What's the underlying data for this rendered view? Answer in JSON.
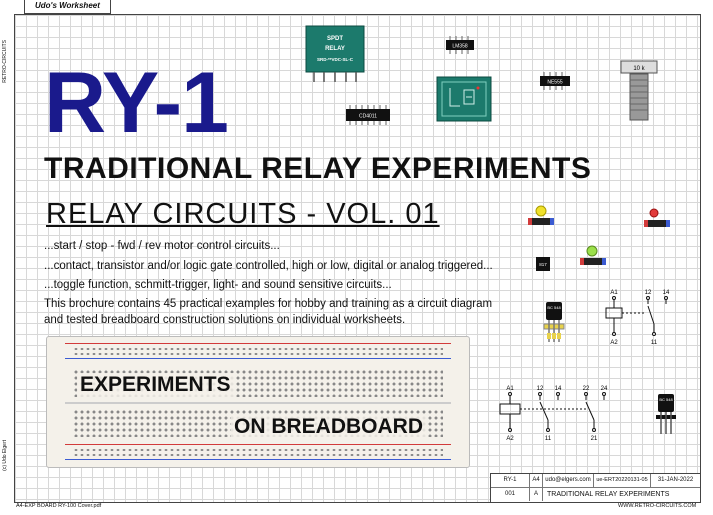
{
  "header": {
    "tab": "Udo's Worksheet"
  },
  "side": {
    "top": "RETRO-CIRCUITS",
    "bottom": "(c) Udo Elgert"
  },
  "title": {
    "code": "RY-1",
    "line1": "TRADITIONAL RELAY EXPERIMENTS",
    "line2": "RELAY CIRCUITS - VOL. 01"
  },
  "description": {
    "bullets": [
      "...start / stop - fwd / rev motor control circuits...",
      "...contact, transistor and/or logic gate controlled, high or low, digital or analog triggered...",
      "...toggle function, schmitt-trigger, light- and sound sensitive circuits..."
    ],
    "para1": "This brochure contains 45 practical examples for hobby and training as a circuit diagram",
    "para2": "and tested breadboard construction solutions on individual worksheets."
  },
  "breadboard": {
    "label1": "EXPERIMENTS",
    "label2": "ON BREADBOARD"
  },
  "components": {
    "relay_label1": "SPDT",
    "relay_label2": "RELAY",
    "relay_label3": "SRD-**VDC-SL-C",
    "chip_lm358": "LM358",
    "chip_ne555": "NE555",
    "chip_cd4011": "CD4011",
    "pot_label": "10 k",
    "transistor1": "BC 548",
    "transistor2": "BC 548",
    "chip_small": "817"
  },
  "schematic1": {
    "a1": "A1",
    "a2": "A2",
    "p12": "12",
    "p14": "14",
    "p11": "11"
  },
  "schematic2": {
    "a1": "A1",
    "a2": "A2",
    "p12": "12",
    "p14": "14",
    "p11": "11",
    "p22": "22",
    "p24": "24",
    "p21": "21"
  },
  "titleblock": {
    "code": "RY-1",
    "sheet": "A4",
    "email": "udo@elgers.com",
    "doc": "ue-ERT20220131-05",
    "date": "31-JAN-2022",
    "num": "001",
    "rev": "A",
    "name": "TRADITIONAL RELAY EXPERIMENTS"
  },
  "footer": {
    "file": "A4-EXP BOARD RY-100 Cover.pdf",
    "url": "WWW.RETRO-CIRCUITS.COM"
  },
  "colors": {
    "title_blue": "#1a1a8c",
    "relay_green": "#1c7a6c",
    "rail_red": "#d23b3b",
    "rail_blue": "#3b5bd2"
  }
}
